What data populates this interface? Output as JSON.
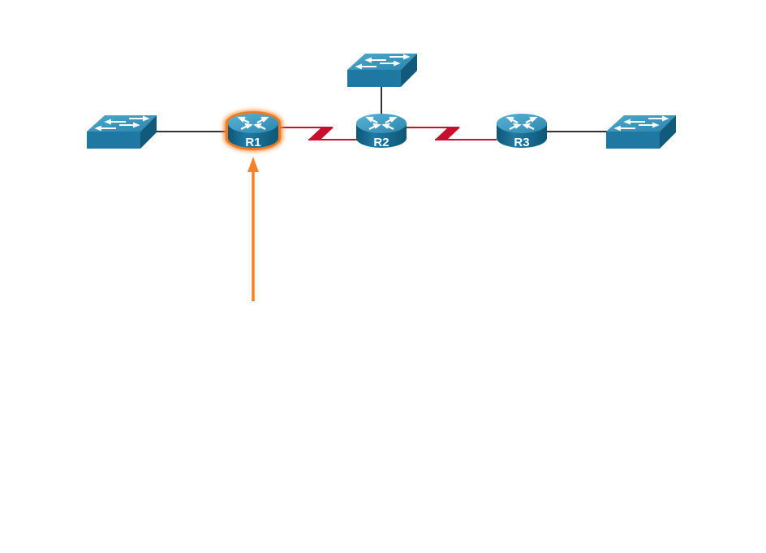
{
  "diagram": {
    "type": "network-topology",
    "colors": {
      "device_body": "#1a6e93",
      "device_top": "#4aa3c8",
      "ethernet_link": "#333333",
      "serial_link": "#c8102e",
      "highlight": "#f5822a"
    },
    "routers": [
      {
        "id": "R1",
        "label": "R1",
        "highlighted": true
      },
      {
        "id": "R2",
        "label": "R2",
        "highlighted": false
      },
      {
        "id": "R3",
        "label": "R3",
        "highlighted": false
      }
    ],
    "switches": [
      {
        "id": "S1",
        "connected_to": "R1"
      },
      {
        "id": "S2",
        "connected_to": "R2"
      },
      {
        "id": "S3",
        "connected_to": "R3"
      }
    ],
    "links": [
      {
        "from": "S1",
        "to": "R1",
        "type": "ethernet"
      },
      {
        "from": "R1",
        "to": "R2",
        "type": "serial"
      },
      {
        "from": "S2",
        "to": "R2",
        "type": "ethernet"
      },
      {
        "from": "R2",
        "to": "R3",
        "type": "serial"
      },
      {
        "from": "R3",
        "to": "S3",
        "type": "ethernet"
      }
    ],
    "pointer": {
      "target": "R1",
      "icon": "arrow-up-icon"
    }
  }
}
